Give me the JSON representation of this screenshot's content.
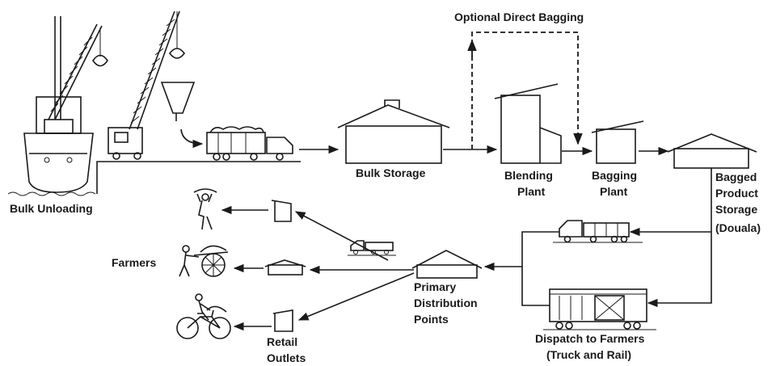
{
  "labels": {
    "bulk_unloading": "Bulk Unloading",
    "optional_direct_bagging": "Optional Direct Bagging",
    "bulk_storage": "Bulk Storage",
    "blending_plant_1": "Blending",
    "blending_plant_2": "Plant",
    "bagging_plant_1": "Bagging",
    "bagging_plant_2": "Plant",
    "bagged_storage_1": "Bagged",
    "bagged_storage_2": "Product",
    "bagged_storage_3": "Storage",
    "bagged_storage_4": "(Douala)",
    "farmers": "Farmers",
    "primary_1": "Primary",
    "primary_2": "Distribution",
    "primary_3": "Points",
    "retail_1": "Retail",
    "retail_2": "Outlets",
    "dispatch_1": "Dispatch to Farmers",
    "dispatch_2": "(Truck and Rail)"
  },
  "colors": {
    "ink": "#1a1a1a",
    "paper": "#ffffff"
  }
}
